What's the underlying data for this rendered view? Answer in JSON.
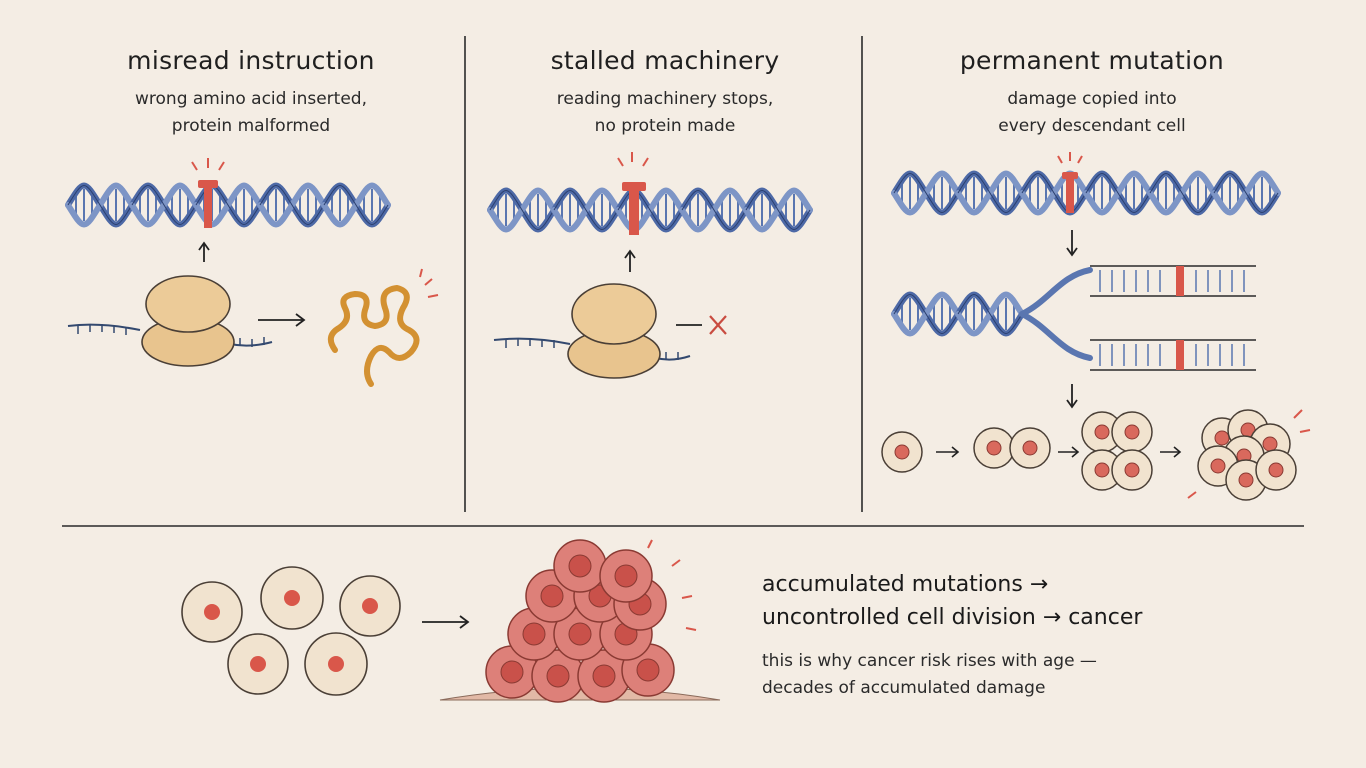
{
  "panels": [
    {
      "title": "misread instruction",
      "subtitle": [
        "wrong amino acid inserted,",
        "protein malformed"
      ]
    },
    {
      "title": "stalled machinery",
      "subtitle": [
        "reading machinery stops,",
        "no protein made"
      ]
    },
    {
      "title": "permanent mutation",
      "subtitle": [
        "damage copied into",
        "every descendant cell"
      ]
    }
  ],
  "bottom": {
    "headline": [
      "accumulated mutations →",
      "uncontrolled cell division → cancer"
    ],
    "note": [
      "this is why cancer risk rises with age —",
      "decades of accumulated damage"
    ]
  },
  "colors": {
    "background": "#f4ede4",
    "dna": "#5a76b0",
    "damage": "#d9574a",
    "ribosome": "#e8c48e",
    "protein": "#e0a13a",
    "cell": "#f1e3cf",
    "tumor": "#dd8079"
  }
}
